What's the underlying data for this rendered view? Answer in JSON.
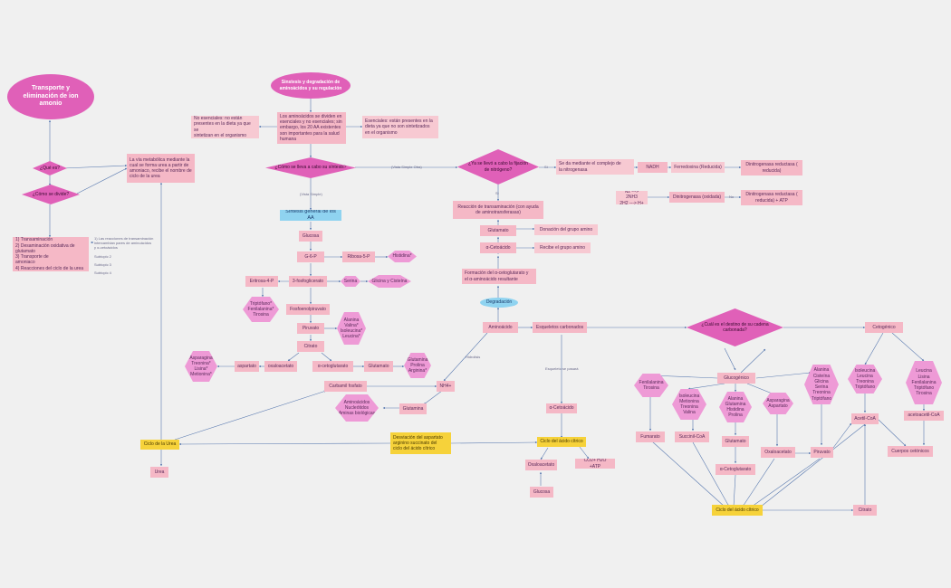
{
  "nodes": {
    "transporte": "Transporte y\neliminación de ion\namonio",
    "que_es": "¿Qué es?",
    "como_divide": "¿Cómo se divide?",
    "via_metabolica": "La vía metabólica mediante la\ncual se forma urea a partir de\namoniaco, recibe el nombre de\nciclo de la urea",
    "lista_etapas": "1) Transaminación\n2) Desaminación oxidativa de\nglutamato\n3) Transporte de\namoniaco\n4) Reacciones del ciclo de la urea",
    "nota_transam": "1) Las reacciones de transaminación\nintercambian pares de aminoácidos\ny α-cetoácidos",
    "subtopic2": "Subtopic 2",
    "subtopic3": "Subtopic 3",
    "subtopic4": "Subtopic 4",
    "titulo": "Sinstesis y degradación de\naminoácidos y su regulación",
    "central": "Los aminoácidos se dividen en\nesenciales y no esenciales; sin\nembargo, los 20 AA existentes\nson importantes para la salud\nhumana",
    "no_esenciales": "No esenciales: no están\npresentes en la dieta ya que se\nsintetizan en el organismo",
    "esenciales": "Esenciales: están presentes en la\ndieta ya que no son sintetizados\nen el organismo",
    "como_sintesis": "¿Cómo se lleva a cabo su síntesis?",
    "fijacion": "¿Ya se llevó a cabo la fijación\nde nitrógeno?",
    "complejo_nitrogenasa": "Se da mediante el complejo de\nla nitrogenasa",
    "nadh": "NADH",
    "ferredoxina": "Ferredoxina (Reducida)",
    "dinitro1": "Dinitrogenasa reductasa (\nreducida)",
    "ecuacion": "N2 ---> 2NH3\n2H2 ---> H+",
    "dinitrogenasa_oxidada": "Dinitrogenasa (oxidada)",
    "dinitro2": "Dinitrogenasa reductasa (\nreducida) + ATP",
    "reaccion_transam": "Reacción de transaminación (con ayuda\nde aminotransferasas)",
    "glutamato_top": "Glutamato",
    "donacion_amino": "Donación del grupo amino",
    "a_cetoacido": "α-Cetoácido",
    "recibe_amino": "Recibe el grupo amino",
    "formacion": "Formación del α-cetoglutarato y\nel α-aminoácido resultante",
    "degradacion": "Degradación",
    "sintesis_general": "Síntesis general de los AA",
    "glucosa": "Glucosa",
    "g6p": "G-6-P",
    "ribosa5p": "Ribosa-5-P",
    "histidina": "Histidina*",
    "eritrosa": "Eritrosa-4-P",
    "fosfoglicerato": "3-fosfoglicerato",
    "serina": "Serina",
    "glicina_cisteina": "Glicina y Cisteína",
    "triptofano_grp": "Triptófano*\nFenilalanina*\nTirosina",
    "fosfoenol": "Fosfoenolpiruvato",
    "piruvato": "Piruvato",
    "alanina_grp": "Alanina\nValina*\nIsoleucina*\nLeucina*",
    "citrato": "Citrato",
    "asparagina_grp": "Asparagina\nTreonina*\nLisina*\nMetionina*",
    "aspartato": "aspartato",
    "oxaloacetato_l": "oxaloacetato",
    "a_cetoglutarato_l": "α-cetoglutarato",
    "glutamato_l": "Glutamato",
    "glutamina_grp": "Glutamina\nProlina\nArginina*",
    "carbamil": "Carbamil fosfato",
    "nh4": "NH4+",
    "amino_grp": "Aminoácidos\nNucleótidos\nAminas biológicas",
    "glutamina_l": "Glutamina",
    "aminoacido": "Aminoácido",
    "esqueletos": "Esqueletos carbonados",
    "destino": "¿Cuál es el destino de su cadena\ncarbonada?",
    "cetogenico": "Cetogénico",
    "glucogenico": "Glucogénico",
    "fenilalanina_grp": "Fenilalanina\nTirosina",
    "isoleucina_grp": "Isoleucina\nMetionina\nTreonina\nValina",
    "alanina2_grp": "Alanina\nGlutamina\nHistidina\nProlina",
    "asparagina2": "Asparagina\nAspartato",
    "alanina3_grp": "Alanina\nCisteína\nGlicina\nSerina\nTreonina\nTriptófano",
    "isoleucina2_grp": "Isoleucina\nLeucina\nTreonina\nTriptófano",
    "leucina_grp": "Leucina\nLisina\nFenilalanina\nTriptófano\nTirosina",
    "acetil_coa": "Acetil-CoA",
    "acetoacetil": "acetoacetil-CoA",
    "cuerpos": "Cuerpos cetónicos",
    "fumarato": "Fumarato",
    "succinil": "Succinil-CoA",
    "glutamato_r": "Glutamato",
    "a_cetoglutarato_r": "α-Cetoglutarato",
    "oxaloacetato_r": "Oxaloacetato",
    "piruvato_r": "Piruvato",
    "ciclo_citrico_r": "Ciclo del ácido cítrico",
    "citrato_r": "Citrato",
    "a_cetoacido_b": "α-Cetoácido",
    "ciclo_urea": "Ciclo de la Urea",
    "urea": "Urea",
    "desviacion": "Desviación del aspartato\narginino succinato del\nciclo del ácido cítrico",
    "ciclo_citrico_c": "Ciclo del ácido cítrico",
    "oxaloacetato_b": "Oxaloacetato",
    "co2": "CO2+ H2O +ATP",
    "glucosa_b": "Glucosa"
  },
  "edge_labels": {
    "sintesis_lbl": "(Vista Simple)",
    "fijacion_lbl": "(Vista Simple Otra)",
    "si1": "Sí",
    "si2": "Sí",
    "hidrolisis": "Hidrolisis",
    "esqueleto_pasa": "Esqueleto se pasará",
    "no_lbl": "No"
  }
}
